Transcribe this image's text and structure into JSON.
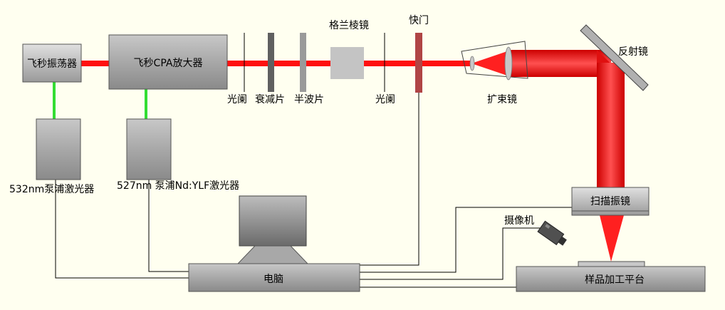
{
  "components": {
    "fs_oscillator": "飞秒振荡器",
    "cpa_amplifier": "飞秒CPA放大器",
    "pump_532": "532nm泵浦激光器",
    "pump_527": "527nm 泵浦Nd:YLF激光器",
    "aperture_1": "光阑",
    "attenuator": "衰减片",
    "half_wave_plate": "半波片",
    "glan_prism": "格兰棱镜",
    "aperture_2": "光阑",
    "shutter": "快门",
    "beam_expander": "扩束镜",
    "mirror": "反射镜",
    "scan_galvo": "扫描振镜",
    "camera": "摄像机",
    "computer": "电脑",
    "sample_stage": "样品加工平台"
  },
  "colors": {
    "background": "#fffff0",
    "laser_beam": "#ff0000",
    "pump_beam": "#22cc22",
    "box_gray": "#b8b8b8",
    "shutter": "#b04040"
  },
  "icons": {
    "camera": "video-camera-icon",
    "monitor": "monitor-icon"
  }
}
